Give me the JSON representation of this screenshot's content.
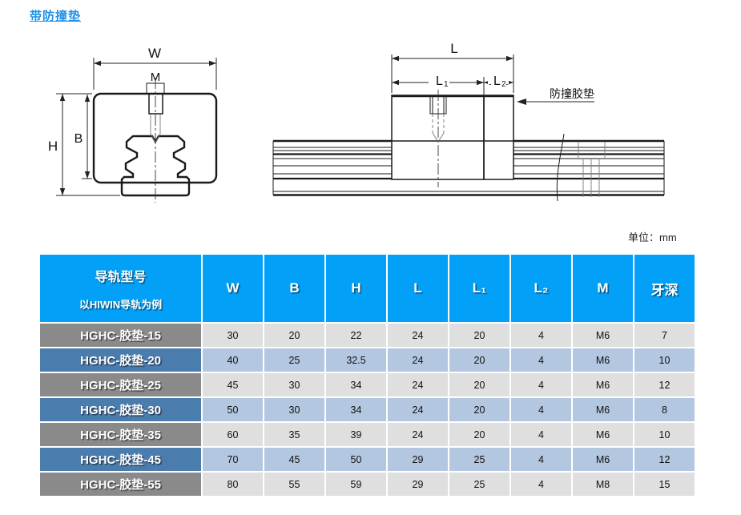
{
  "page": {
    "title": "带防撞垫",
    "unit_label": "单位：mm"
  },
  "colors": {
    "title_blue": "#1c90e8",
    "header_blue": "#02a0f7",
    "model_row_gray": "#8a8a8a",
    "model_row_blue": "#4a7cae",
    "cell_gray": "#dfdfdf",
    "cell_blue": "#b4c7e1"
  },
  "diagram": {
    "front_view": {
      "dim_w": "W",
      "dim_m": "M",
      "dim_h": "H",
      "dim_b": "B"
    },
    "side_view": {
      "dim_l": "L",
      "dim_l1": "L",
      "dim_l1_sub": "1",
      "dim_l2": "L",
      "dim_l2_sub": "2",
      "pad_callout": "防撞胶垫"
    }
  },
  "table": {
    "header": {
      "col1_title": "导轨型号",
      "col1_subtitle": "以HIWIN导轨为例",
      "columns": [
        "W",
        "B",
        "H",
        "L",
        "L₁",
        "L₂",
        "M",
        "牙深"
      ]
    },
    "rows": [
      {
        "model": "HGHC-胶垫-15",
        "values": [
          "30",
          "20",
          "22",
          "24",
          "20",
          "4",
          "M6",
          "7"
        ]
      },
      {
        "model": "HGHC-胶垫-20",
        "values": [
          "40",
          "25",
          "32.5",
          "24",
          "20",
          "4",
          "M6",
          "10"
        ]
      },
      {
        "model": "HGHC-胶垫-25",
        "values": [
          "45",
          "30",
          "34",
          "24",
          "20",
          "4",
          "M6",
          "12"
        ]
      },
      {
        "model": "HGHC-胶垫-30",
        "values": [
          "50",
          "30",
          "34",
          "24",
          "20",
          "4",
          "M6",
          "8"
        ]
      },
      {
        "model": "HGHC-胶垫-35",
        "values": [
          "60",
          "35",
          "39",
          "24",
          "20",
          "4",
          "M6",
          "10"
        ]
      },
      {
        "model": "HGHC-胶垫-45",
        "values": [
          "70",
          "45",
          "50",
          "29",
          "25",
          "4",
          "M6",
          "12"
        ]
      },
      {
        "model": "HGHC-胶垫-55",
        "values": [
          "80",
          "55",
          "59",
          "29",
          "25",
          "4",
          "M8",
          "15"
        ]
      }
    ]
  }
}
